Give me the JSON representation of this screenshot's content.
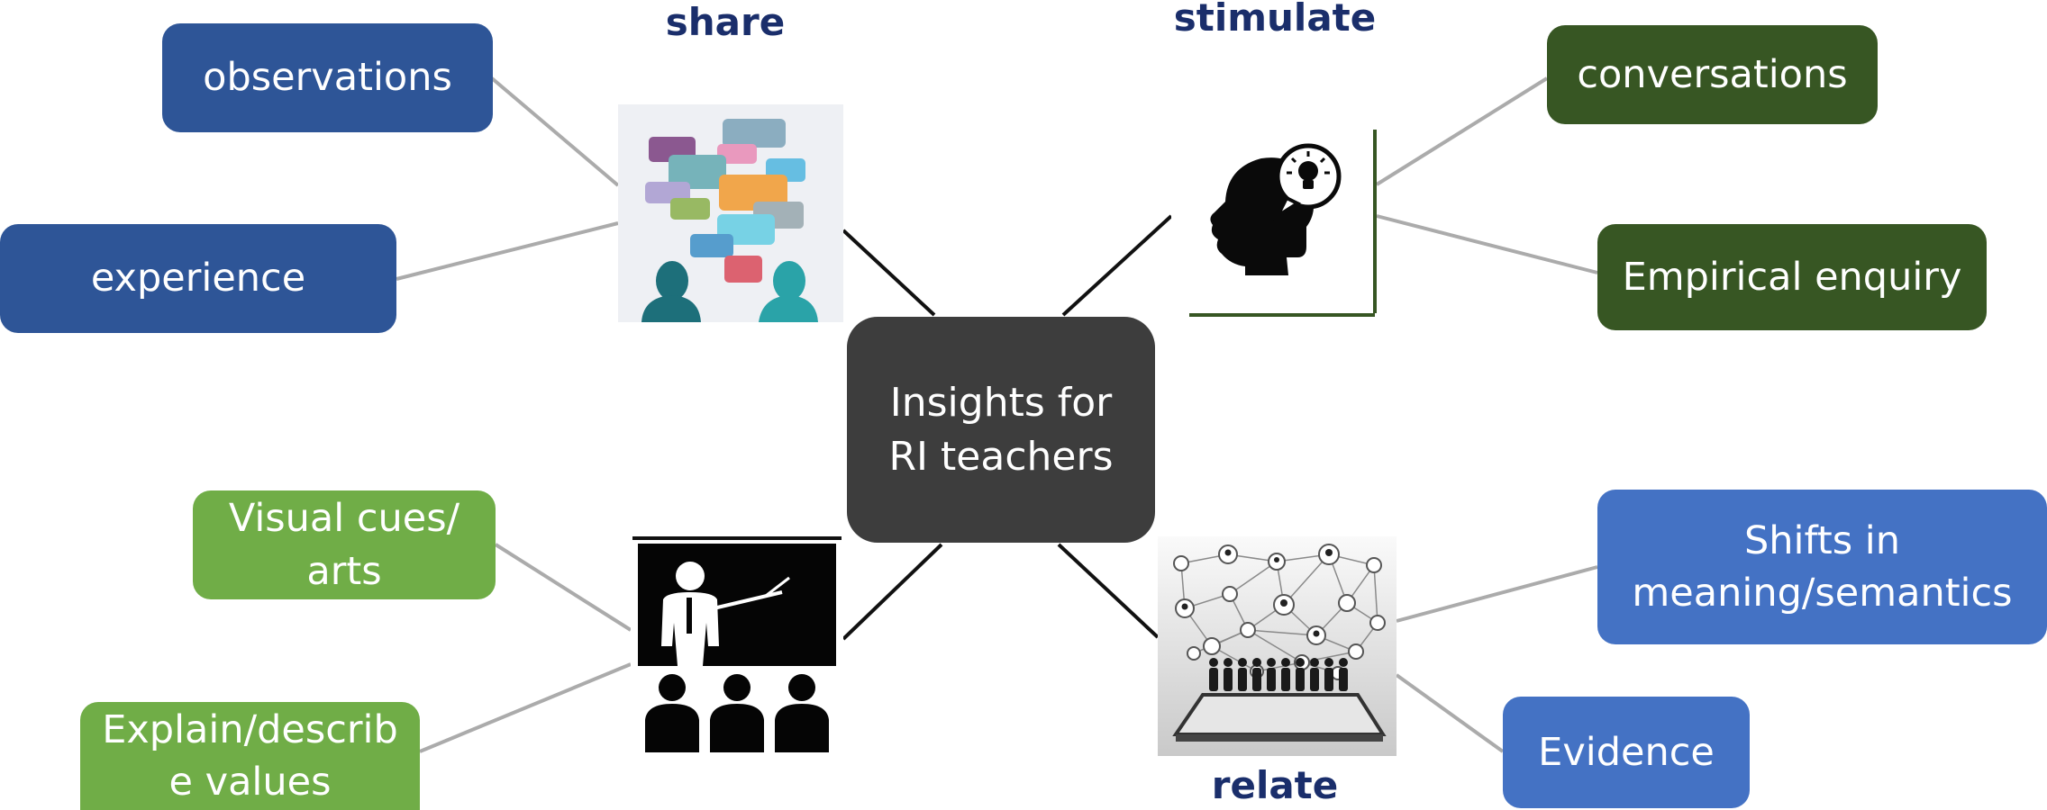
{
  "center": {
    "line1": "Insights for RI",
    "line2": "teachers"
  },
  "categories": {
    "share": "share",
    "stimulate": "stimulate",
    "relate": "relate"
  },
  "nodes": {
    "observations": "observations",
    "experience": "experience",
    "conversations": "conversations",
    "empirical": "Empirical enquiry",
    "visual_line1": "Visual cues/",
    "visual_line2": "arts",
    "explain_line1": "Explain/describ",
    "explain_line2": "e values",
    "shifts_line1": "Shifts in",
    "shifts_line2": "meaning/semantics",
    "evidence": "Evidence"
  },
  "colors": {
    "share_nodes": "#2e5597",
    "stimulate_nodes": "#375623",
    "teach_nodes": "#70ad47",
    "relate_nodes": "#4472c4",
    "center": "#3d3d3d",
    "category_text": "#1a2e6b"
  },
  "icons": {
    "share": "speech-bubbles-people-icon",
    "stimulate": "head-lightbulb-icon",
    "teach": "teacher-classroom-icon",
    "relate": "people-network-icon"
  }
}
